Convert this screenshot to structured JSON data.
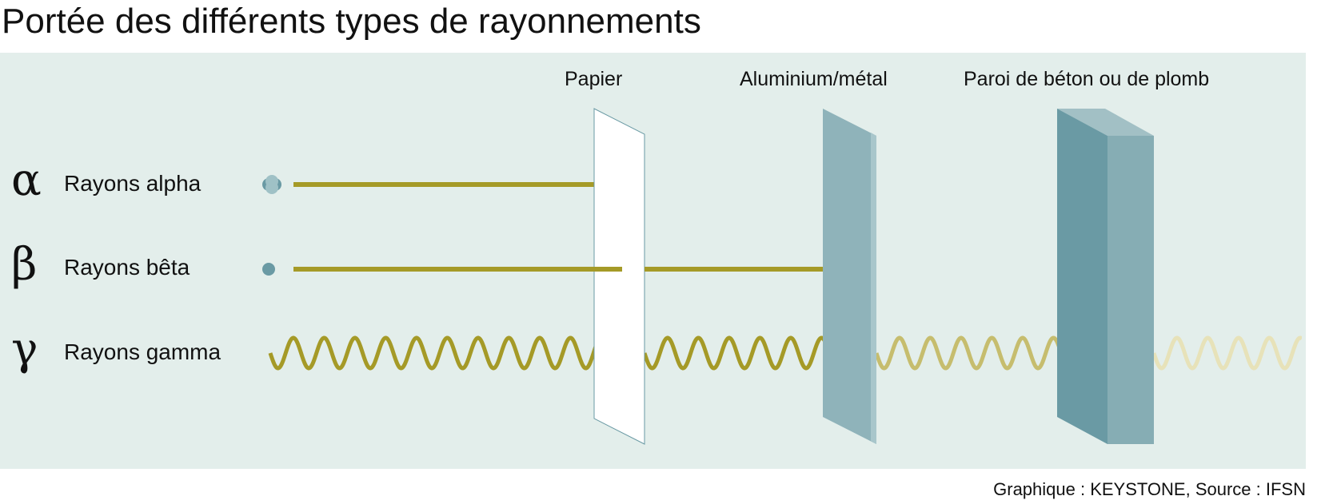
{
  "title": "Portée des différents types de rayonnements",
  "barriers": {
    "paper": "Papier",
    "metal": "Aluminium/métal",
    "concrete": "Paroi de béton ou de plomb"
  },
  "rays": {
    "alpha": {
      "symbol": "α",
      "label": "Rayons alpha"
    },
    "beta": {
      "symbol": "β",
      "label": "Rayons bêta"
    },
    "gamma": {
      "symbol": "γ",
      "label": "Rayons gamma"
    }
  },
  "credit": "Graphique : KEYSTONE, Source : IFSN",
  "colors": {
    "background": "#e3eeeb",
    "ray": "#a59a27",
    "particle": "#6a9aa4",
    "metal": "#8fb3ba",
    "concrete_front": "#6a9aa4",
    "concrete_side": "#86adb4",
    "concrete_top": "#a2c0c5"
  }
}
